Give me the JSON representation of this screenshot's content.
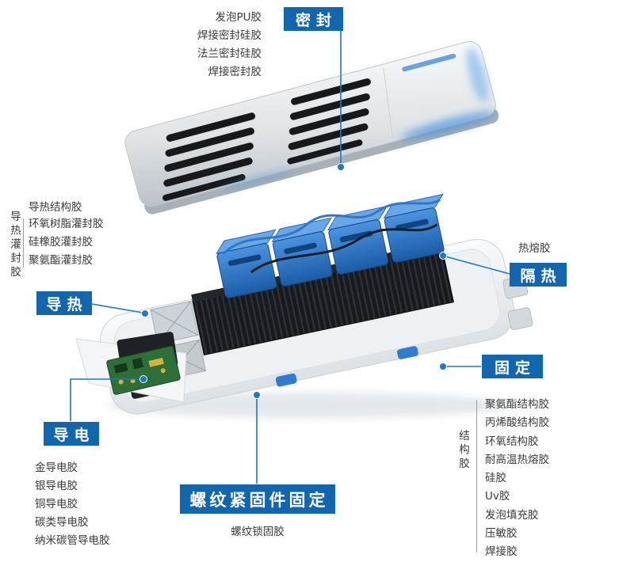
{
  "colors": {
    "accent": "#1266ae",
    "leader": "#1e78c2"
  },
  "seal": {
    "box_label": "密封",
    "items": [
      "发泡PU胶",
      "焊接密封硅胶",
      "法兰密封硅胶",
      "焊接密封胶"
    ]
  },
  "thermal": {
    "box_label": "导热",
    "top_item": "导热结构胶",
    "vertical_label": "导热灌封胶",
    "items": [
      "环氧树脂灌封胶",
      "硅橡胶灌封胶",
      "聚氨酯灌封胶"
    ]
  },
  "insulation": {
    "box_label": "隔热",
    "note": "热熔胶"
  },
  "fixing": {
    "box_label": "固定"
  },
  "structural": {
    "vertical_label": "结构胶",
    "items": [
      "聚氨酯结构胶",
      "丙烯酸结构胶",
      "环氧结构胶",
      "耐高温热熔胶",
      "硅胶",
      "Uv胶",
      "发泡填充胶",
      "压敏胶",
      "焊接胶"
    ]
  },
  "conductive": {
    "box_label": "导电",
    "items": [
      "金导电胶",
      "银导电胶",
      "铜导电胶",
      "碳类导电胶",
      "纳米碳管导电胶"
    ]
  },
  "thread_lock": {
    "box_label": "螺纹紧固件固定",
    "caption": "螺纹锁固胶"
  }
}
